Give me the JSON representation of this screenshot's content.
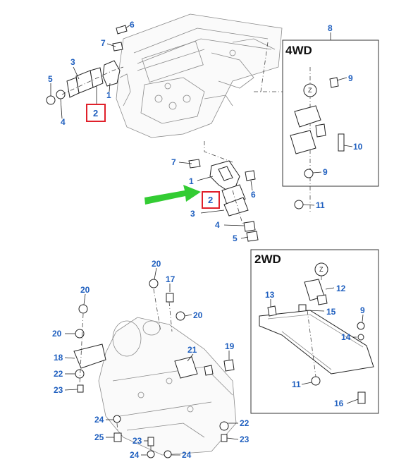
{
  "panels": {
    "four_wd": {
      "title": "4WD",
      "callout": "8"
    },
    "two_wd": {
      "title": "2WD"
    }
  },
  "highlight_color": "#e0202a",
  "arrow_color": "#33cc33",
  "label_color": "#1f5fbf",
  "callouts": {
    "top_6": "6",
    "top_7": "7",
    "top_3": "3",
    "top_5": "5",
    "top_4": "4",
    "top_1": "1",
    "top_2": "2",
    "mid_7": "7",
    "mid_1": "1",
    "mid_6": "6",
    "mid_2": "2",
    "mid_3": "3",
    "mid_4": "4",
    "mid_5": "5",
    "fw_9a": "9",
    "fw_10": "10",
    "fw_9b": "9",
    "fw_11": "11",
    "tw_13": "13",
    "tw_12": "12",
    "tw_15": "15",
    "tw_9": "9",
    "tw_14": "14",
    "tw_11": "11",
    "tw_16": "16",
    "bl_20a": "20",
    "bl_17": "17",
    "bl_20b": "20",
    "bl_20c": "20",
    "bl_20d": "20",
    "bl_18": "18",
    "bl_22a": "22",
    "bl_23a": "23",
    "bl_21": "21",
    "bl_19": "19",
    "bl_24a": "24",
    "bl_25": "25",
    "bl_23b": "23",
    "bl_22b": "22",
    "bl_23c": "23",
    "bl_24b": "24",
    "bl_24c": "24"
  },
  "circle_marks": {
    "four_wd": "Z",
    "two_wd": "Z"
  }
}
